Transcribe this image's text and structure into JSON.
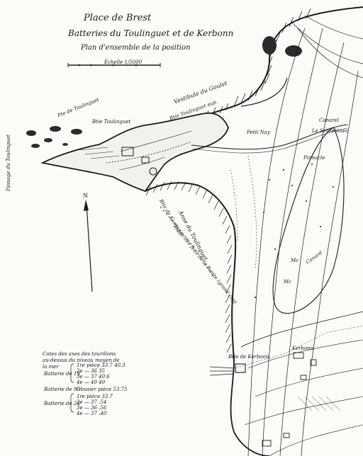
{
  "title": "Place de Brest",
  "subtitle": "Batteries du Toulinguet et de Kerbonn",
  "caption": "Plan d'ensemble de la position",
  "scale_label": "Échelle 1/5000",
  "north_label": "N",
  "labels": {
    "vestibule": "Vestibule du Goulet",
    "btie_toulinguet": "Btie Toulinguet",
    "btie_toulinguet_sup": "Btie Toulinguet sup.",
    "petit_nay": "Petit Nay",
    "canarel": "Canarel",
    "le_sernebinec": "Le Sernebinec",
    "pinnacle": "Pinnacle",
    "anse_toulinguet": "Anse du Toulinguet",
    "btie_kerbonn_left": "Btie de Kerbonn",
    "ligne_feu": "Ligne des feux de la Pointe (grand cap)",
    "passage_toulinguet": "Passage du Toulinguet",
    "mc_1": "Mc",
    "mc_2": "Mc",
    "canard": "Canard",
    "btie_kerbonn": "Btie de Kerbonn",
    "kerbonn": "Kerbonn",
    "pointe_nw": "Pte de Toulinguet"
  },
  "legend": {
    "title": "Cotes des axes des tourillons au-dessus du niveau moyen de la mer",
    "batteries": [
      {
        "name": "Batterie de 19",
        "rows": [
          "1re pièce 33.7 40.3",
          "2e  — 36 35",
          "3e  — 37 40.6",
          "4e  — 40 40"
        ]
      },
      {
        "name": "Batterie de 95",
        "rows": [
          "Obusier pièce 53.75"
        ]
      },
      {
        "name": "Batterie de 24",
        "rows": [
          "1re pièce 33.7",
          "2e  — 37 .54",
          "3e  — 36 .56",
          "4e  — 37 .40"
        ]
      }
    ]
  },
  "colors": {
    "ink": "#1a1a1a",
    "paper": "#fbfbf8"
  },
  "icons": [
    "north-arrow-icon",
    "scale-bar-icon"
  ]
}
